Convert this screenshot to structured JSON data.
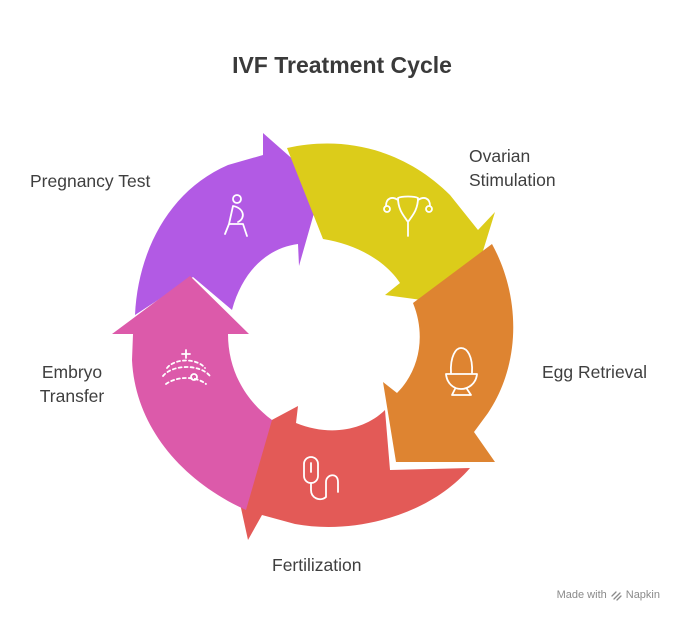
{
  "title": "IVF Treatment Cycle",
  "stages": [
    {
      "label_lines": [
        "Pregnancy Test"
      ],
      "icon": "pregnant-person-icon",
      "color": "#b25ae4"
    },
    {
      "label_lines": [
        "Ovarian",
        "Stimulation"
      ],
      "icon": "uterus-ovaries-icon",
      "color": "#dccc1a"
    },
    {
      "label_lines": [
        "Egg Retrieval"
      ],
      "icon": "egg-in-cup-icon",
      "color": "#de8431"
    },
    {
      "label_lines": [
        "Fertilization"
      ],
      "icon": "catheter-icon",
      "color": "#e35a57"
    },
    {
      "label_lines": [
        "Embryo",
        "Transfer"
      ],
      "icon": "ultrasound-icon",
      "color": "#dc5aaa"
    }
  ],
  "watermark": "Made with",
  "watermark_brand": "Napkin"
}
